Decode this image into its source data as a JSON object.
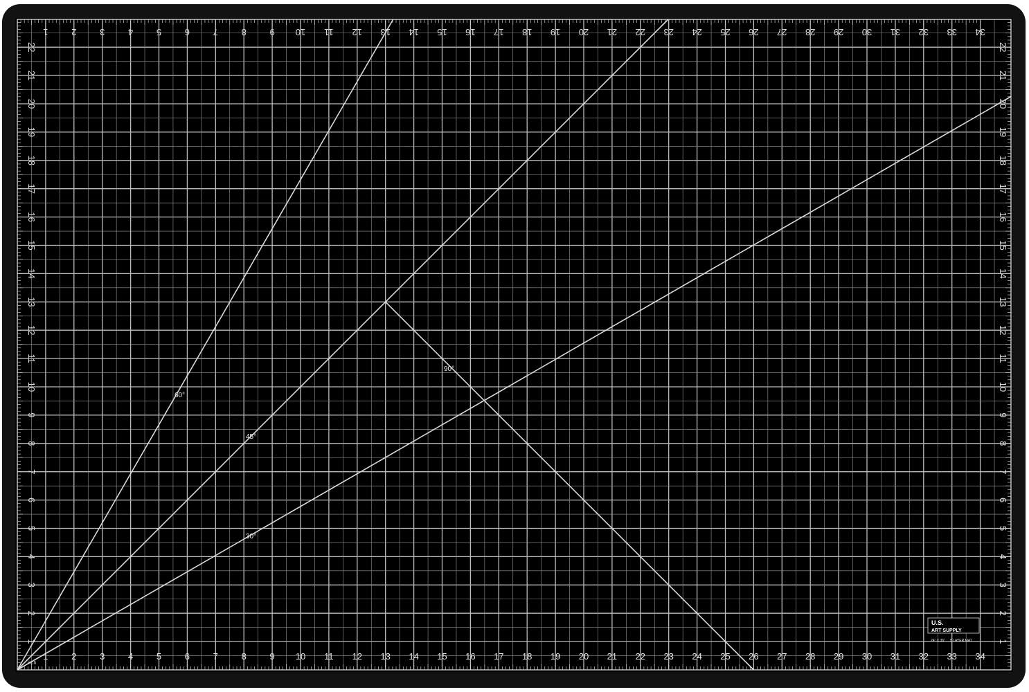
{
  "mat": {
    "columns": 34,
    "rows": 22,
    "unit_label": "inch",
    "colors": {
      "background": "#000000",
      "frame": "#111111",
      "grid": "#bdbdbd",
      "text": "#e6e6e6"
    }
  },
  "top_labels": [
    "1",
    "2",
    "3",
    "4",
    "5",
    "6",
    "7",
    "8",
    "9",
    "10",
    "11",
    "12",
    "13",
    "14",
    "15",
    "16",
    "17",
    "18",
    "19",
    "20",
    "21",
    "22",
    "23",
    "24",
    "25",
    "26",
    "27",
    "28",
    "29",
    "30",
    "31",
    "32",
    "33",
    "34"
  ],
  "bottom_labels": [
    "1",
    "2",
    "3",
    "4",
    "5",
    "6",
    "7",
    "8",
    "9",
    "10",
    "11",
    "12",
    "13",
    "14",
    "15",
    "16",
    "17",
    "18",
    "19",
    "20",
    "21",
    "22",
    "23",
    "24",
    "25",
    "26",
    "27",
    "28",
    "29",
    "30",
    "31",
    "32",
    "33",
    "34"
  ],
  "left_labels": [
    "1",
    "2",
    "3",
    "4",
    "5",
    "6",
    "7",
    "8",
    "9",
    "10",
    "11",
    "12",
    "13",
    "14",
    "15",
    "16",
    "17",
    "18",
    "19",
    "20",
    "21",
    "22"
  ],
  "right_labels": [
    "1",
    "2",
    "3",
    "4",
    "5",
    "6",
    "7",
    "8",
    "9",
    "10",
    "11",
    "12",
    "13",
    "14",
    "15",
    "16",
    "17",
    "18",
    "19",
    "20",
    "21",
    "22"
  ],
  "angles": {
    "a60": "60°",
    "a45": "45°",
    "a30": "30°",
    "a90": "90°"
  },
  "logo": {
    "line1": "U.S.",
    "line2": "ART SUPPLY",
    "size_text": "24\" X 36\"",
    "layer_text": "5 LAYER MAT"
  }
}
